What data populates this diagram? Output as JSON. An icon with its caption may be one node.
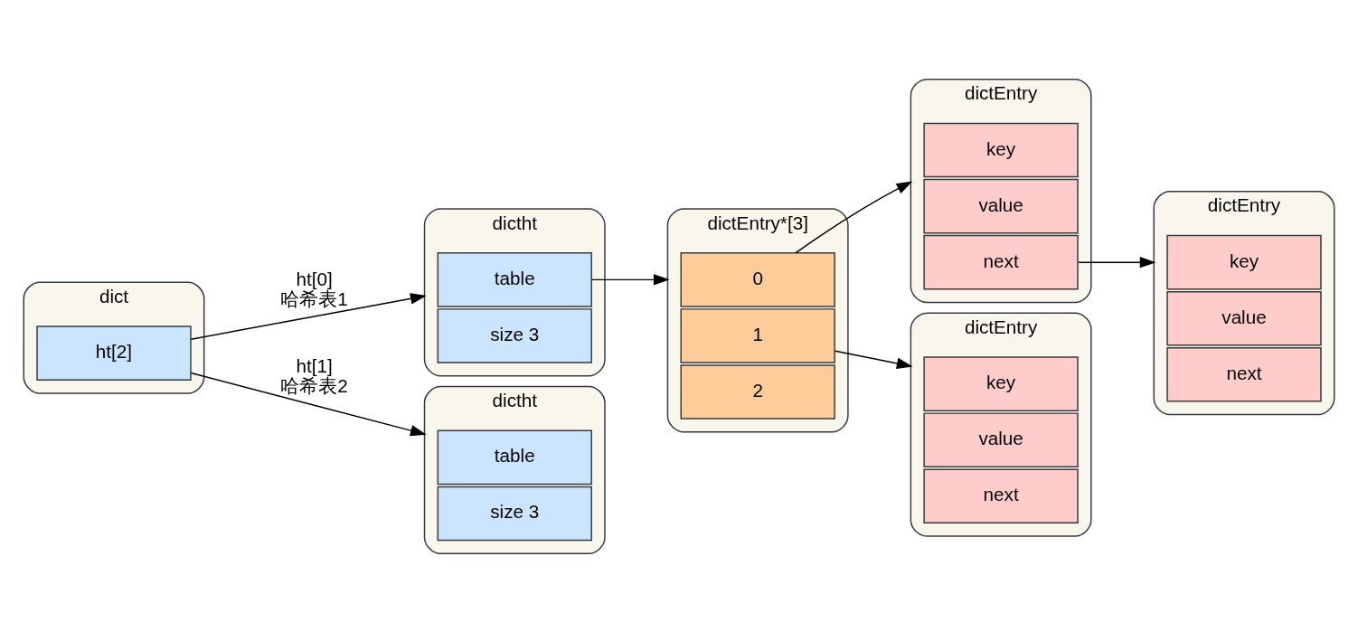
{
  "diagram": {
    "nodes": [
      {
        "text": [
          "dict"
        ]
      },
      {
        "text": [
          "ht[2]"
        ],
        "in": 0
      },
      {
        "text": [
          "dictht"
        ]
      },
      {
        "text": [
          "table"
        ],
        "in": 2
      },
      {
        "text": [
          "size 3"
        ],
        "in": 2
      },
      {
        "text": [
          "dictht"
        ]
      },
      {
        "text": [
          "table"
        ],
        "in": 5
      },
      {
        "text": [
          "size 3"
        ],
        "in": 5
      },
      {
        "text": [
          "dictEntry*[3]"
        ]
      },
      {
        "text": [
          "0"
        ],
        "in": 8
      },
      {
        "text": [
          "1"
        ],
        "in": 8
      },
      {
        "text": [
          "2"
        ],
        "in": 8
      },
      {
        "text": [
          "dictEntry"
        ]
      },
      {
        "text": [
          "key"
        ],
        "in": 12
      },
      {
        "text": [
          "value"
        ],
        "in": 12
      },
      {
        "text": [
          "next"
        ],
        "in": 12
      },
      {
        "text": [
          "dictEntry"
        ]
      },
      {
        "text": [
          "key"
        ],
        "in": 16
      },
      {
        "text": [
          "value"
        ],
        "in": 16
      },
      {
        "text": [
          "next"
        ],
        "in": 16
      },
      {
        "text": [
          "dictEntry"
        ]
      },
      {
        "text": [
          "key"
        ],
        "in": 20
      },
      {
        "text": [
          "value"
        ],
        "in": 20
      },
      {
        "text": [
          "next"
        ],
        "in": 20
      }
    ],
    "edges": [
      {
        "from": 1,
        "to": 2,
        "arrow": "to",
        "label": "ht[0] 哈希表1"
      },
      {
        "from": 1,
        "to": 5,
        "arrow": "to",
        "label": "ht[1] 哈希表2"
      },
      {
        "from": 3,
        "to": 8,
        "arrow": "to"
      },
      {
        "from": 9,
        "to": 12,
        "arrow": "to"
      },
      {
        "from": 10,
        "to": 20,
        "arrow": "to"
      },
      {
        "from": 15,
        "to": 16,
        "arrow": "to"
      }
    ]
  }
}
